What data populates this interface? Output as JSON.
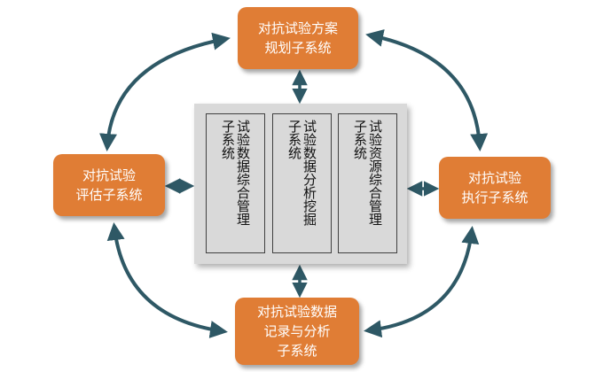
{
  "diagram": {
    "nodes": {
      "plan": {
        "lines": [
          "对抗试验方案",
          "规划子系统"
        ]
      },
      "eval": {
        "lines": [
          "对抗试验",
          "评估子系统"
        ]
      },
      "exec": {
        "lines": [
          "对抗试验",
          "执行子系统"
        ]
      },
      "record": {
        "lines": [
          "对抗试验数据",
          "记录与分析",
          "子系统"
        ]
      }
    },
    "center": {
      "columns": [
        {
          "col_a": "试验数据综合管理",
          "col_b": "子系统"
        },
        {
          "col_a": "试验数据分析挖掘",
          "col_b": "子系统"
        },
        {
          "col_a": "试验资源综合管理",
          "col_b": "子系统"
        }
      ]
    },
    "colors": {
      "node_fill": "#e07d35",
      "arrow": "#2e5865",
      "panel_fill": "#d9d9d9"
    }
  }
}
